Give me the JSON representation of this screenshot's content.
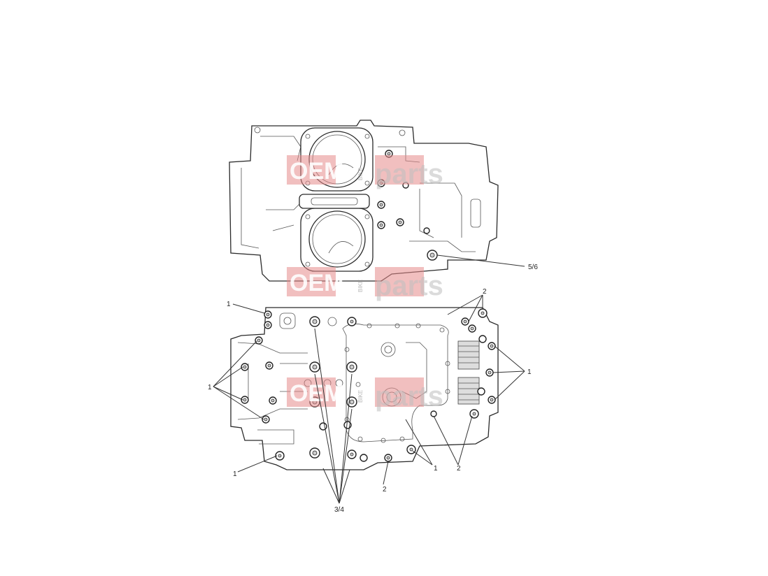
{
  "watermark": {
    "left": "OEM",
    "vertical": "BIKE",
    "right": "parts"
  },
  "callouts": {
    "c_5_6": "5/6",
    "c_2_top": "2",
    "c_1_top_left": "1",
    "c_1_left": "1",
    "c_1_right": "1",
    "c_1_bottom_left": "1",
    "c_1_bottom_mid": "1",
    "c_2_bottom_right": "2",
    "c_2_bottom": "2",
    "c_3_4": "3/4"
  }
}
